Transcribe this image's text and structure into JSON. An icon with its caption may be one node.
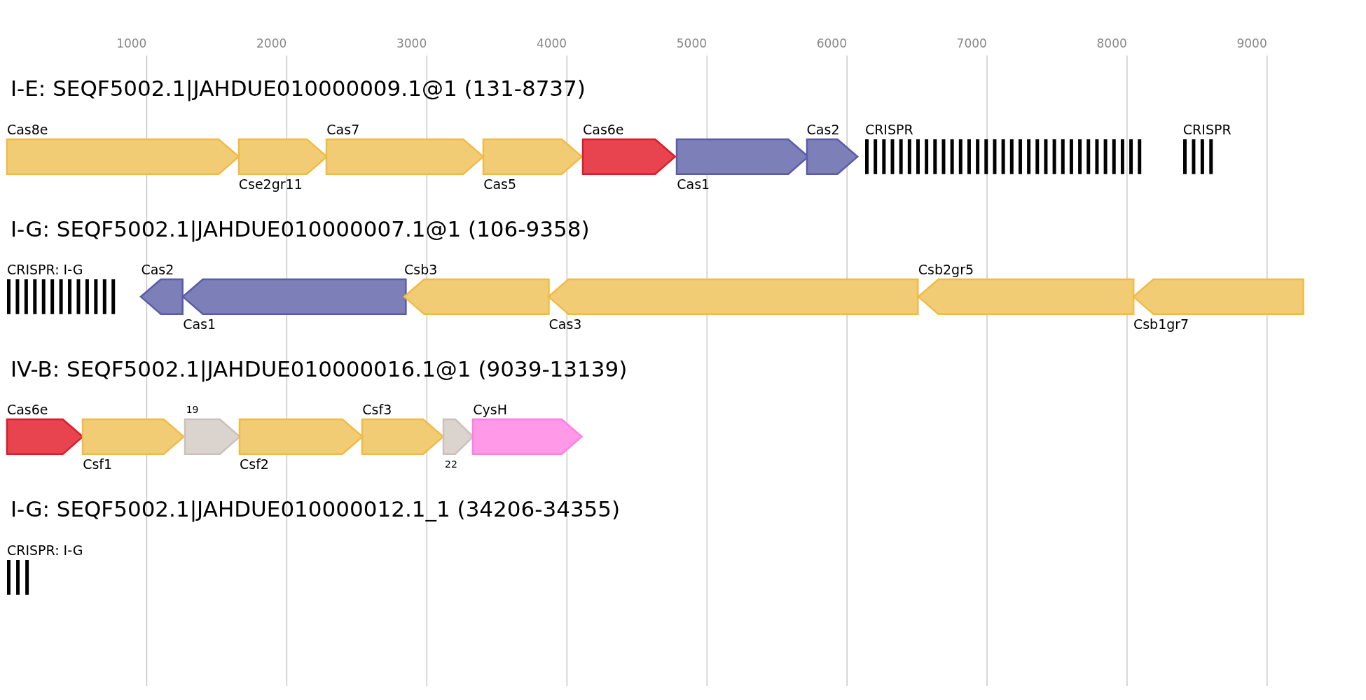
{
  "diagram": {
    "nodes": [
      {
        "text": [
          "Cas8e"
        ]
      },
      {
        "text": [
          "Cse2gr11"
        ]
      },
      {
        "text": [
          "Cas7"
        ]
      },
      {
        "text": [
          "Cas5"
        ]
      },
      {
        "text": [
          "Cas6e"
        ]
      },
      {
        "text": [
          "Cas1"
        ]
      },
      {
        "text": [
          "Cas2"
        ]
      },
      {
        "text": [
          "CRISPR"
        ]
      },
      {
        "text": [
          "CRISPR"
        ]
      },
      {
        "text": [
          "CRISPR: I-G"
        ]
      },
      {
        "text": [
          "Cas2"
        ]
      },
      {
        "text": [
          "Cas1"
        ]
      },
      {
        "text": [
          "Csb3"
        ]
      },
      {
        "text": [
          "Cas3"
        ]
      },
      {
        "text": [
          "Csb2gr5"
        ]
      },
      {
        "text": [
          "Csb1gr7"
        ]
      },
      {
        "text": [
          "Cas6e"
        ]
      },
      {
        "text": [
          "Csf1"
        ]
      },
      {
        "text": [
          "19"
        ]
      },
      {
        "text": [
          "Csf2"
        ]
      },
      {
        "text": [
          "Csf3"
        ]
      },
      {
        "text": [
          "22"
        ]
      },
      {
        "text": [
          "CysH"
        ]
      },
      {
        "text": [
          "CRISPR: I-G"
        ]
      }
    ],
    "edges": [],
    "labels": [
      "1000",
      "2000",
      "3000",
      "4000",
      "5000",
      "6000",
      "7000",
      "8000",
      "9000",
      "I-E: SEQF5002.1|JAHDUE010000009.1@1 (131-8737)",
      "I-G: SEQF5002.1|JAHDUE010000007.1@1 (106-9358)",
      "IV-B: SEQF5002.1|JAHDUE010000016.1@1 (9039-13139)",
      "I-G: SEQF5002.1|JAHDUE010000012.1_1 (34206-34355)"
    ]
  }
}
